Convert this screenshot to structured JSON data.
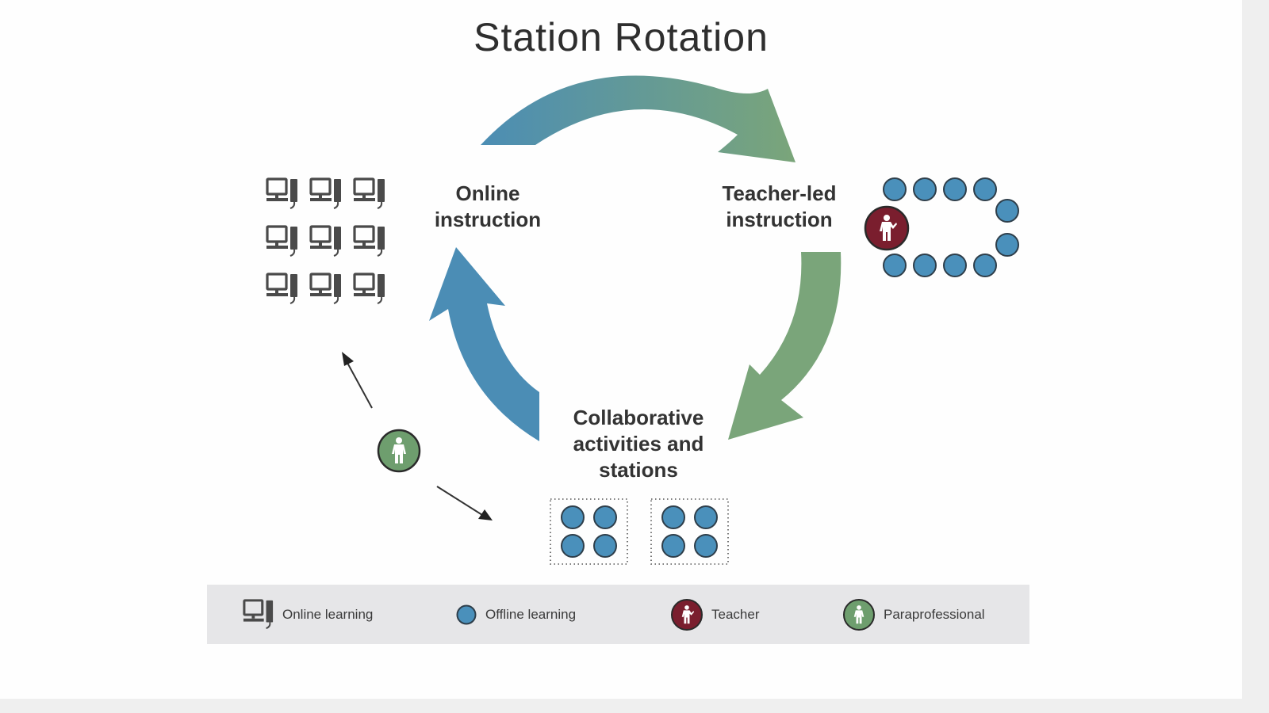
{
  "title": "Station Rotation",
  "stations": [
    {
      "id": "online",
      "label_line1": "Online",
      "label_line2": "instruction"
    },
    {
      "id": "teacher",
      "label_line1": "Teacher-led",
      "label_line2": "instruction"
    },
    {
      "id": "collab",
      "label_line1": "Collaborative",
      "label_line2": "activities and",
      "label_line3": "stations"
    }
  ],
  "icons": {
    "online_learning": "computer-icon",
    "offline_learning": "student-circle-icon",
    "teacher": "teacher-icon",
    "paraprofessional": "paraprofessional-icon"
  },
  "counts": {
    "online_computers": 9,
    "teacher_led_students": 10,
    "collab_groups": 2,
    "students_per_group": 4
  },
  "legend": [
    {
      "key": "online",
      "label": "Online learning"
    },
    {
      "key": "offline",
      "label": "Offline learning"
    },
    {
      "key": "teacher",
      "label": "Teacher"
    },
    {
      "key": "para",
      "label": "Paraprofessional"
    }
  ],
  "colors": {
    "blue": "#4b8db5",
    "green": "#7aa57a",
    "teacher": "#7a1e2e",
    "para": "#6e9e6e",
    "student": "#4a90bb",
    "icon_gray": "#4a4a4a",
    "legend_bg": "#e6e6e8"
  }
}
